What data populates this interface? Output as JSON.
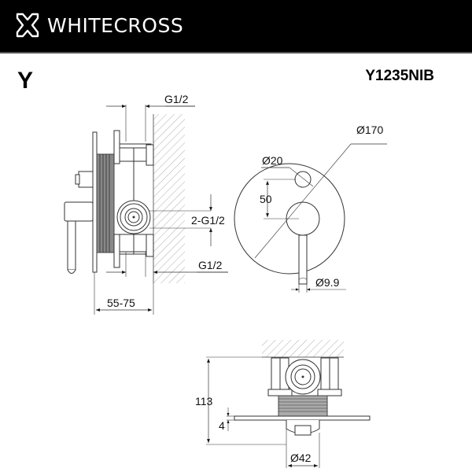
{
  "header": {
    "brand": "WHITECROSS",
    "logo_icon": "cross-logo-icon"
  },
  "series_label": "Y",
  "model_code": "Y1235NIB",
  "side_view": {
    "dimensions": {
      "top_inlet": "G1/2",
      "outlets": "2-G1/2",
      "bottom_inlet": "G1/2",
      "install_depth": "55-75"
    }
  },
  "front_view": {
    "dimensions": {
      "plate_diameter": "Ø170",
      "diverter_diameter": "Ø20",
      "spacing": "50",
      "lever_diameter": "Ø9.9"
    }
  },
  "top_view": {
    "dimensions": {
      "total_depth": "113",
      "plate_thickness": "4",
      "handle_diameter": "Ø42"
    }
  }
}
